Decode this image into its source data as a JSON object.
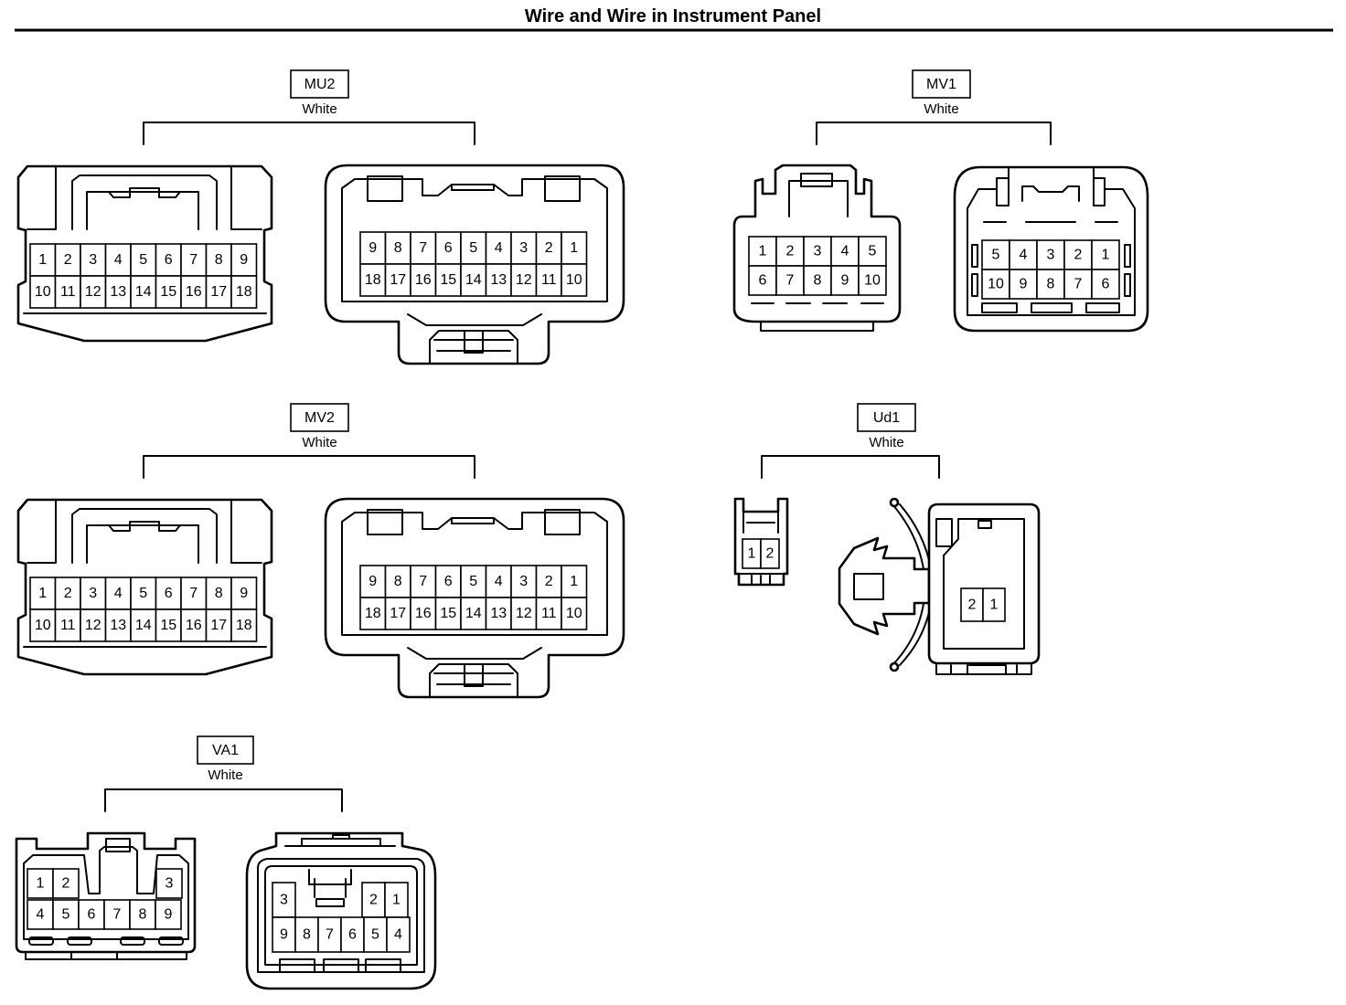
{
  "page_title": "Wire and Wire in Instrument Panel",
  "connectors": [
    {
      "id": "MU2",
      "color": "White",
      "male_pins": [
        [
          "1",
          "2",
          "3",
          "4",
          "5",
          "6",
          "7",
          "8",
          "9"
        ],
        [
          "10",
          "11",
          "12",
          "13",
          "14",
          "15",
          "16",
          "17",
          "18"
        ]
      ],
      "female_pins": [
        [
          "9",
          "8",
          "7",
          "6",
          "5",
          "4",
          "3",
          "2",
          "1"
        ],
        [
          "18",
          "17",
          "16",
          "15",
          "14",
          "13",
          "12",
          "11",
          "10"
        ]
      ]
    },
    {
      "id": "MV1",
      "color": "White",
      "male_pins": [
        [
          "1",
          "2",
          "3",
          "4",
          "5"
        ],
        [
          "6",
          "7",
          "8",
          "9",
          "10"
        ]
      ],
      "female_pins": [
        [
          "5",
          "4",
          "3",
          "2",
          "1"
        ],
        [
          "10",
          "9",
          "8",
          "7",
          "6"
        ]
      ]
    },
    {
      "id": "MV2",
      "color": "White",
      "male_pins": [
        [
          "1",
          "2",
          "3",
          "4",
          "5",
          "6",
          "7",
          "8",
          "9"
        ],
        [
          "10",
          "11",
          "12",
          "13",
          "14",
          "15",
          "16",
          "17",
          "18"
        ]
      ],
      "female_pins": [
        [
          "9",
          "8",
          "7",
          "6",
          "5",
          "4",
          "3",
          "2",
          "1"
        ],
        [
          "18",
          "17",
          "16",
          "15",
          "14",
          "13",
          "12",
          "11",
          "10"
        ]
      ]
    },
    {
      "id": "Ud1",
      "color": "White",
      "male_pins": [
        [
          "1",
          "2"
        ]
      ],
      "female_pins": [
        [
          "2",
          "1"
        ]
      ]
    },
    {
      "id": "VA1",
      "color": "White",
      "male_pins": [
        [
          "1",
          "2",
          "3"
        ],
        [
          "4",
          "5",
          "6",
          "7",
          "8",
          "9"
        ]
      ],
      "female_pins": [
        [
          "3",
          "2",
          "1"
        ],
        [
          "9",
          "8",
          "7",
          "6",
          "5",
          "4"
        ]
      ]
    }
  ]
}
